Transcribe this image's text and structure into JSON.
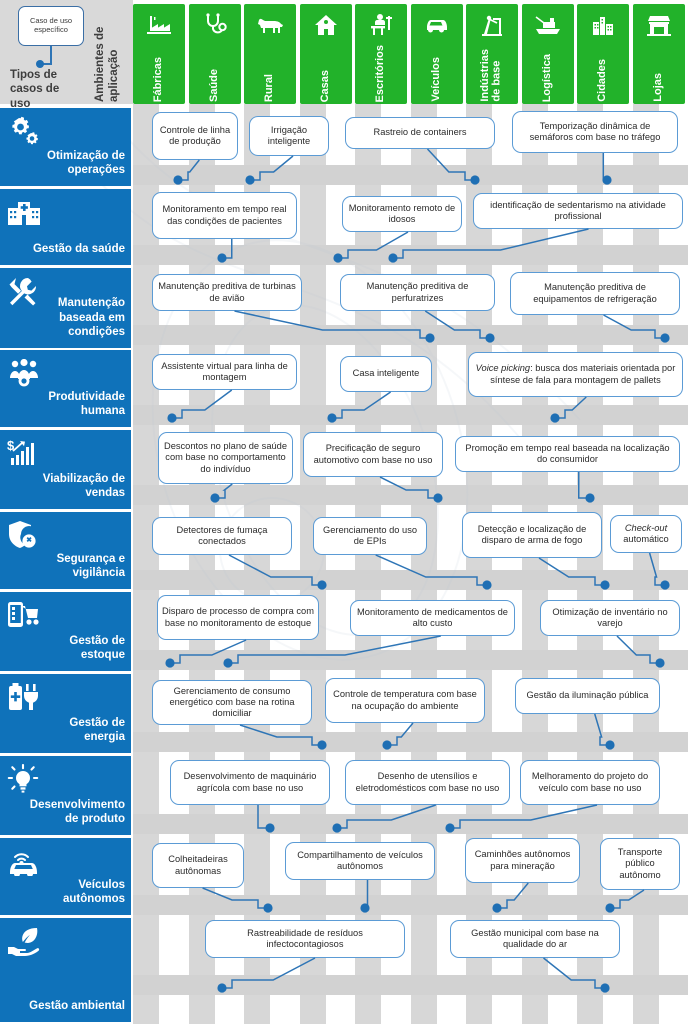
{
  "corner": {
    "bubble_label": "Caso de uso específico",
    "row_axis_title": "Tipos de casos de uso",
    "col_axis_title": "Ambientes de aplicação"
  },
  "colors": {
    "column_header_green": "#22b22a",
    "row_category_blue": "#0f72ba",
    "box_border_blue": "#5b9bd5",
    "connector_blue": "#2e75b6",
    "grid_gray": "#d5d5d5"
  },
  "columns": [
    {
      "label": "Fábricas",
      "icon": "factory-icon"
    },
    {
      "label": "Saúde",
      "icon": "stethoscope-icon"
    },
    {
      "label": "Rural",
      "icon": "cow-icon"
    },
    {
      "label": "Casas",
      "icon": "house-icon"
    },
    {
      "label": "Escritórios",
      "icon": "office-worker-icon"
    },
    {
      "label": "Veículos",
      "icon": "car-icon"
    },
    {
      "label": "Indústrias\nde base",
      "icon": "oil-pump-icon"
    },
    {
      "label": "Logística",
      "icon": "cargo-ship-icon"
    },
    {
      "label": "Cidades",
      "icon": "city-icon"
    },
    {
      "label": "Lojas",
      "icon": "shop-icon"
    }
  ],
  "rows": [
    {
      "label": "Otimização de operações",
      "icon": "gears-icon"
    },
    {
      "label": "Gestão da saúde",
      "icon": "hospital-icon"
    },
    {
      "label": "Manutenção baseada em condições",
      "icon": "wrench-screwdriver-icon"
    },
    {
      "label": "Produtividade humana",
      "icon": "people-gear-icon"
    },
    {
      "label": "Viabilização de vendas",
      "icon": "money-chart-icon"
    },
    {
      "label": "Segurança e vigilância",
      "icon": "shield-icon"
    },
    {
      "label": "Gestão de estoque",
      "icon": "inventory-cart-icon"
    },
    {
      "label": "Gestão de energia",
      "icon": "battery-plug-icon"
    },
    {
      "label": "Desenvolvimento de produto",
      "icon": "lightbulb-icon"
    },
    {
      "label": "Veículos autônomos",
      "icon": "connected-car-icon"
    },
    {
      "label": "Gestão ambiental",
      "icon": "hand-leaf-icon"
    }
  ],
  "cells": [
    {
      "row": 0,
      "text": "Controle de linha de produção",
      "italic_prefix": ""
    },
    {
      "row": 0,
      "text": "Irrigação inteligente",
      "italic_prefix": ""
    },
    {
      "row": 0,
      "text": "Rastreio de containers",
      "italic_prefix": ""
    },
    {
      "row": 0,
      "text": "Temporização dinâmica de semáforos com base no tráfego",
      "italic_prefix": ""
    },
    {
      "row": 1,
      "text": "Monitoramento em tempo real das condições de pacientes",
      "italic_prefix": ""
    },
    {
      "row": 1,
      "text": "Monitoramento remoto de idosos",
      "italic_prefix": ""
    },
    {
      "row": 1,
      "text": "identificação de sedentarismo na atividade profissional",
      "italic_prefix": ""
    },
    {
      "row": 2,
      "text": "Manutenção preditiva de turbinas de avião",
      "italic_prefix": ""
    },
    {
      "row": 2,
      "text": "Manutenção preditiva de perfuratrizes",
      "italic_prefix": ""
    },
    {
      "row": 2,
      "text": "Manutenção preditiva de equipamentos de refrigeração",
      "italic_prefix": ""
    },
    {
      "row": 3,
      "text": "Assistente virtual para linha de montagem",
      "italic_prefix": ""
    },
    {
      "row": 3,
      "text": "Casa inteligente",
      "italic_prefix": ""
    },
    {
      "row": 3,
      "text": ": busca dos materiais orientada por síntese de fala para montagem de pallets",
      "italic_prefix": "Voice picking"
    },
    {
      "row": 4,
      "text": "Descontos no plano de saúde com base no comportamento do indivíduo",
      "italic_prefix": ""
    },
    {
      "row": 4,
      "text": "Precificação de seguro automotivo com base no uso",
      "italic_prefix": ""
    },
    {
      "row": 4,
      "text": "Promoção em tempo real baseada na localização do consumidor",
      "italic_prefix": ""
    },
    {
      "row": 5,
      "text": "Detectores de fumaça conectados",
      "italic_prefix": ""
    },
    {
      "row": 5,
      "text": "Gerenciamento do uso de EPIs",
      "italic_prefix": ""
    },
    {
      "row": 5,
      "text": "Detecção e localização de disparo de arma de fogo",
      "italic_prefix": ""
    },
    {
      "row": 5,
      "text": " automático",
      "italic_prefix": "Check-out"
    },
    {
      "row": 6,
      "text": "Disparo de processo de compra com base no monitoramento de estoque",
      "italic_prefix": ""
    },
    {
      "row": 6,
      "text": "Monitoramento de medicamentos de alto custo",
      "italic_prefix": ""
    },
    {
      "row": 6,
      "text": "Otimização de inventário no varejo",
      "italic_prefix": ""
    },
    {
      "row": 7,
      "text": "Gerenciamento de consumo energético com base na rotina domiciliar",
      "italic_prefix": ""
    },
    {
      "row": 7,
      "text": "Controle de temperatura com base na ocupação do ambiente",
      "italic_prefix": ""
    },
    {
      "row": 7,
      "text": "Gestão da iluminação pública",
      "italic_prefix": ""
    },
    {
      "row": 8,
      "text": "Desenvolvimento de maquinário agrícola com base no uso",
      "italic_prefix": ""
    },
    {
      "row": 8,
      "text": "Desenho de utensílios e eletrodomésticos com base no uso",
      "italic_prefix": ""
    },
    {
      "row": 8,
      "text": "Melhoramento do projeto do veículo com base no uso",
      "italic_prefix": ""
    },
    {
      "row": 9,
      "text": "Colheitadeiras autônomas",
      "italic_prefix": ""
    },
    {
      "row": 9,
      "text": "Compartilhamento de veículos autônomos",
      "italic_prefix": ""
    },
    {
      "row": 9,
      "text": "Caminhões autônomos para mineração",
      "italic_prefix": ""
    },
    {
      "row": 9,
      "text": "Transporte público autônomo",
      "italic_prefix": ""
    },
    {
      "row": 10,
      "text": "Rastreabilidade de resíduos infectocontagiosos",
      "italic_prefix": ""
    },
    {
      "row": 10,
      "text": "Gestão municipal com base na qualidade do ar",
      "italic_prefix": ""
    }
  ]
}
